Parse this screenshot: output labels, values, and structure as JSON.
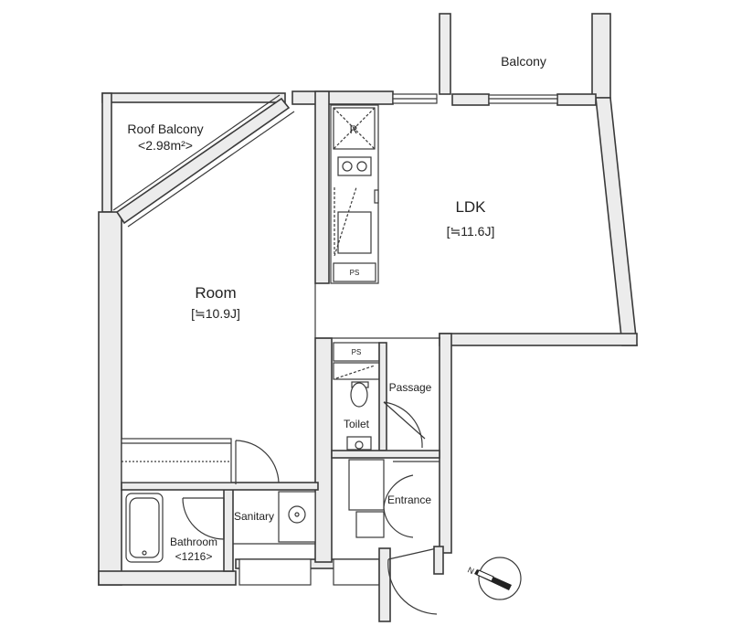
{
  "rooms": {
    "balcony": "Balcony",
    "roof_balcony": "Roof Balcony",
    "roof_balcony_area": "<2.98m²>",
    "ldk": "LDK",
    "ldk_size": "[≒11.6J]",
    "room": "Room",
    "room_size": "[≒10.9J]",
    "passage": "Passage",
    "toilet": "Toilet",
    "entrance": "Entrance",
    "sanitary": "Sanitary",
    "bathroom": "Bathroom",
    "bathroom_size": "<1216>"
  },
  "fixtures": {
    "refrigerator": "R",
    "pipe_space_kitchen": "PS",
    "pipe_space_toilet": "PS"
  },
  "compass": {
    "north": "N",
    "icon": "compass-icon"
  }
}
